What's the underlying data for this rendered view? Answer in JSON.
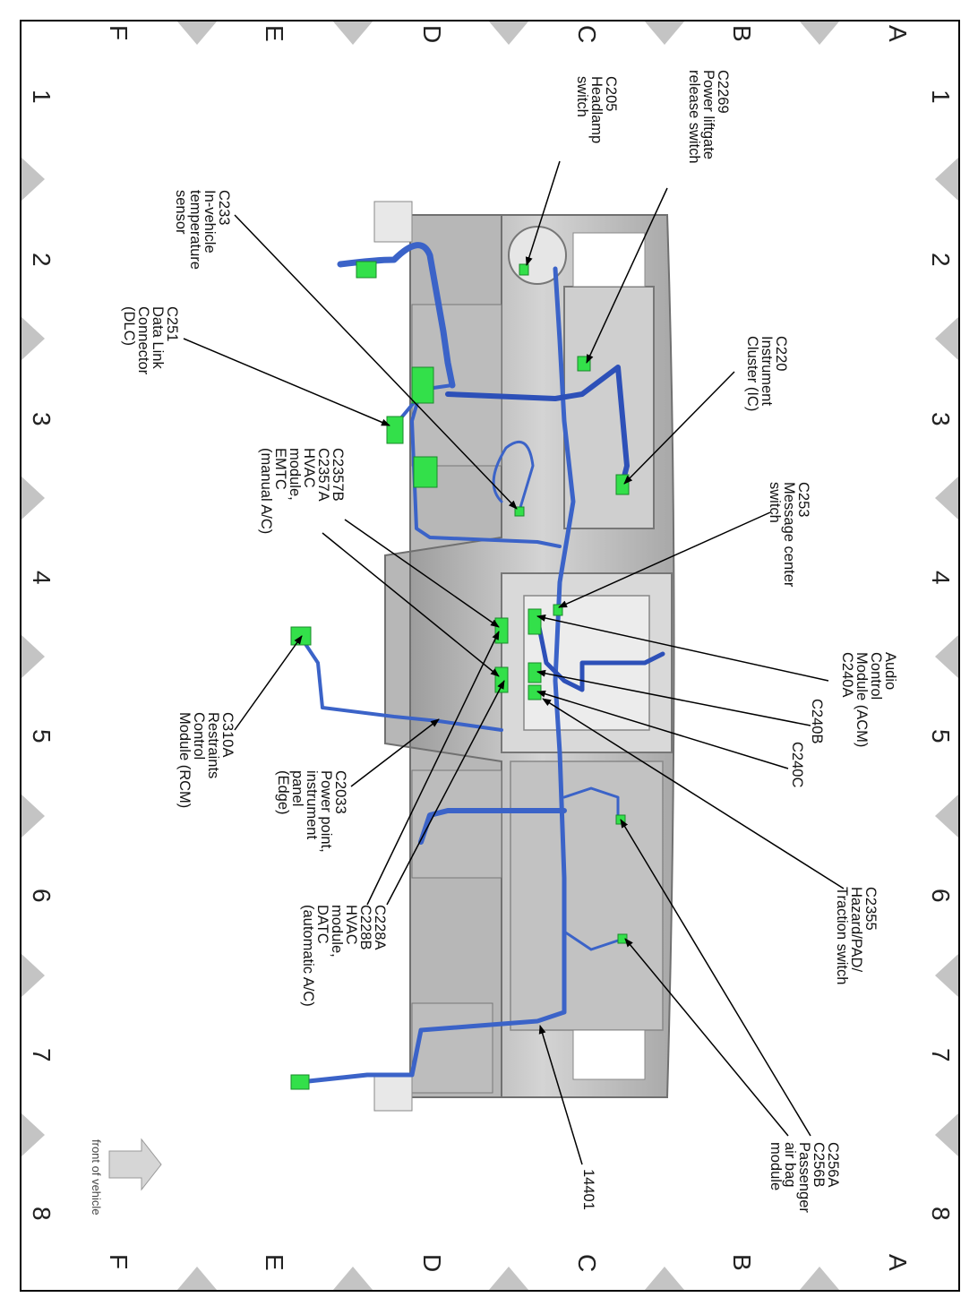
{
  "grid": {
    "rows": [
      "A",
      "B",
      "C",
      "D",
      "E",
      "F"
    ],
    "cols": [
      "1",
      "2",
      "3",
      "4",
      "5",
      "6",
      "7",
      "8"
    ]
  },
  "callouts": [
    {
      "id": "c2269",
      "text": "C2269\nPower liftgate\nrelease switch"
    },
    {
      "id": "c205",
      "text": "C205\nHeadlamp\nswitch"
    },
    {
      "id": "c233",
      "text": "C233\nIn-vehicle\ntemperature\nsensor"
    },
    {
      "id": "c251",
      "text": "C251\nData Link\nConnector\n(DLC)"
    },
    {
      "id": "c220",
      "text": "C220\nInstrument\nCluster (IC)"
    },
    {
      "id": "c253",
      "text": "C253\nMessage center\nswitch"
    },
    {
      "id": "c2357",
      "text": "C2357B\nC2357A\nHVAC\nmodule,\nEMTC\n(manual A/C)"
    },
    {
      "id": "acm",
      "text": "Audio\nControl\nModule (ACM)\nC240A"
    },
    {
      "id": "c240b",
      "text": "C240B"
    },
    {
      "id": "c240c",
      "text": "C240C"
    },
    {
      "id": "c310a",
      "text": "C310A\nRestraints\nControl\nModule (RCM)"
    },
    {
      "id": "c2033",
      "text": "C2033\nPower point,\ninstrument\npanel\n(Edge)"
    },
    {
      "id": "c2355",
      "text": "C2355\nHazard/PAD/\nTraction switch"
    },
    {
      "id": "c228",
      "text": "C228A\nC228B\nHVAC\nmodule,\nDATC\n(automatic A/C)"
    },
    {
      "id": "c256",
      "text": "C256A\nC256B\nPassenger\nair bag\nmodule"
    },
    {
      "id": "h14401",
      "text": "14401"
    }
  ],
  "front_label": "front of vehicle",
  "colors": {
    "harness": "#3b63c8",
    "harness_dark": "#1f3f9c",
    "connector": "#33e04a",
    "panel": "#c9c9c9",
    "panel_dark": "#9a9a9a",
    "marker": "#c4c4c4"
  }
}
